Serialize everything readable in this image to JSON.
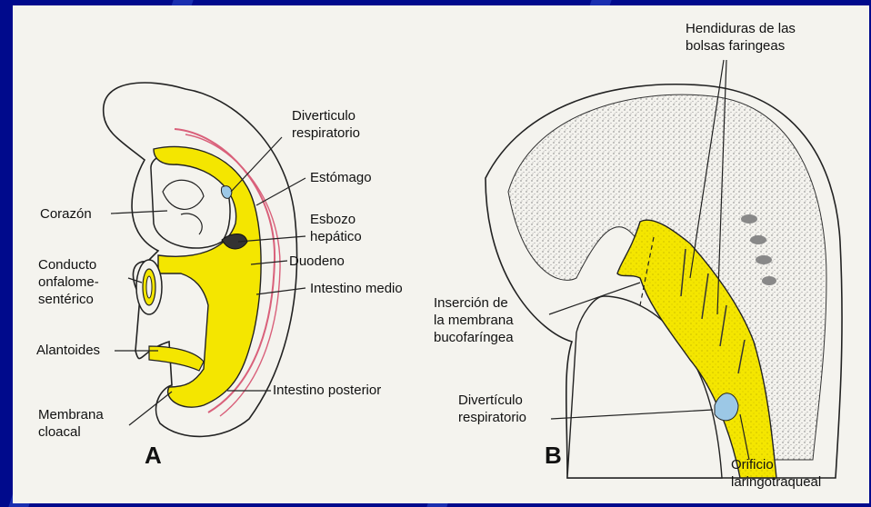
{
  "colors": {
    "background": "#000a8c",
    "panel": "#f4f3ee",
    "endoderm": "#f4e600",
    "vessel": "#d9607a",
    "respiratory_bud": "#9cc8e6"
  },
  "panel_a": {
    "letter": "A",
    "labels": {
      "diverticulo_respiratorio": "Diverticulo\nrespiratorio",
      "estomago": "Estómago",
      "corazon": "Corazón",
      "esbozo_hepatico": "Esbozo\nhepático",
      "conducto": "Conducto\nonfalome-\nsentérico",
      "duodeno": "Duodeno",
      "intestino_medio": "Intestino medio",
      "alantoides": "Alantoides",
      "intestino_posterior": "Intestino posterior",
      "membrana_cloacal": "Membrana\ncloacal"
    }
  },
  "panel_b": {
    "letter": "B",
    "labels": {
      "hendiduras": "Hendiduras de las\nbolsas faringeas",
      "insercion": "Inserción de\nla membrana\nbucofaríngea",
      "diverticulo_respiratorio": "Divertículo\nrespiratorio",
      "orificio": "Orificio\nlaringotraqueal"
    }
  }
}
